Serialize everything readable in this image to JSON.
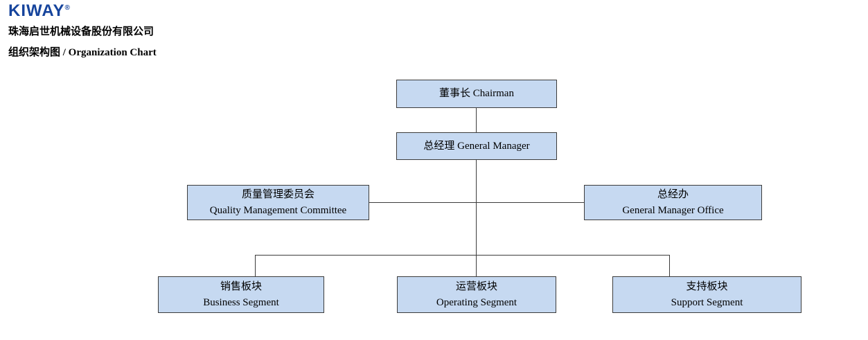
{
  "header": {
    "logo_text": "KIWAY",
    "registered_mark": "®",
    "company_name": "珠海启世机械设备股份有限公司",
    "chart_title": "组织架构图 / Organization Chart"
  },
  "colors": {
    "logo_blue": "#16449c",
    "box_fill": "#c6d9f1",
    "box_border": "#3b3b3b",
    "line": "#3b3b3b"
  },
  "nodes": {
    "chairman": {
      "label": "董事长 Chairman"
    },
    "general_manager": {
      "label": "总经理 General Manager"
    },
    "quality_committee": {
      "label_zh": "质量管理委员会",
      "label_en": "Quality Management Committee"
    },
    "gm_office": {
      "label_zh": "总经办",
      "label_en": "General Manager Office"
    },
    "business_segment": {
      "label_zh": "销售板块",
      "label_en": "Business Segment"
    },
    "operating_segment": {
      "label_zh": "运营板块",
      "label_en": "Operating Segment"
    },
    "support_segment": {
      "label_zh": "支持板块",
      "label_en": "Support Segment"
    }
  }
}
